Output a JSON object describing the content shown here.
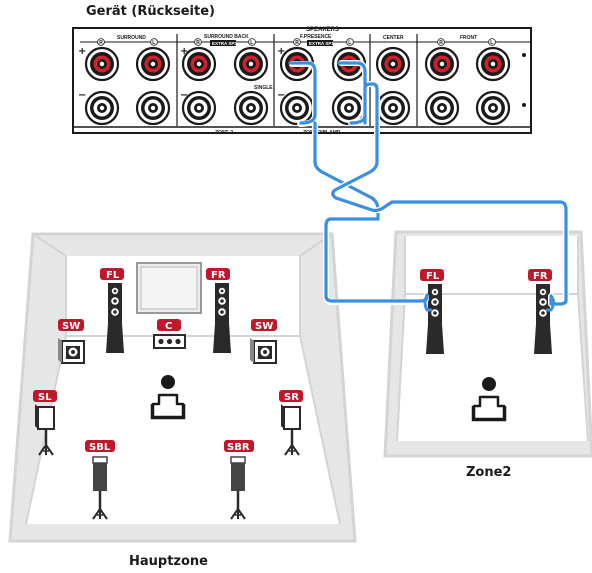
{
  "device": {
    "title": "Gerät (Rückseite)",
    "speakers_header": "SPEAKERS",
    "sections": {
      "surround": "SURROUND",
      "surround_back": "SURROUND BACK",
      "extra_sp2": "EXTRA SP2",
      "fpresence": "F.PRESENCE",
      "extra_sp1": "EXTRA SP1",
      "center": "CENTER",
      "front": "FRONT"
    },
    "single": "SINGLE",
    "zone2": "ZONE 2",
    "zone2_bi_amp": "ZONE 2/BI-AMP",
    "r": "R",
    "l": "L",
    "plus": "+",
    "minus": "−"
  },
  "main_zone": {
    "caption": "Hauptzone",
    "labels": {
      "fl": "FL",
      "fr": "FR",
      "c": "C",
      "sw": "SW",
      "sl": "SL",
      "sr": "SR",
      "sbl": "SBL",
      "sbr": "SBR"
    }
  },
  "zone2": {
    "caption": "Zone2",
    "labels": {
      "fl": "FL",
      "fr": "FR"
    }
  },
  "colors": {
    "cable": "#3a8fe0",
    "terminal_red": "#d4202a",
    "label_fill": "#c0182a",
    "room_fill": "#e6e6e6",
    "room_stroke": "#d0d0d0"
  }
}
